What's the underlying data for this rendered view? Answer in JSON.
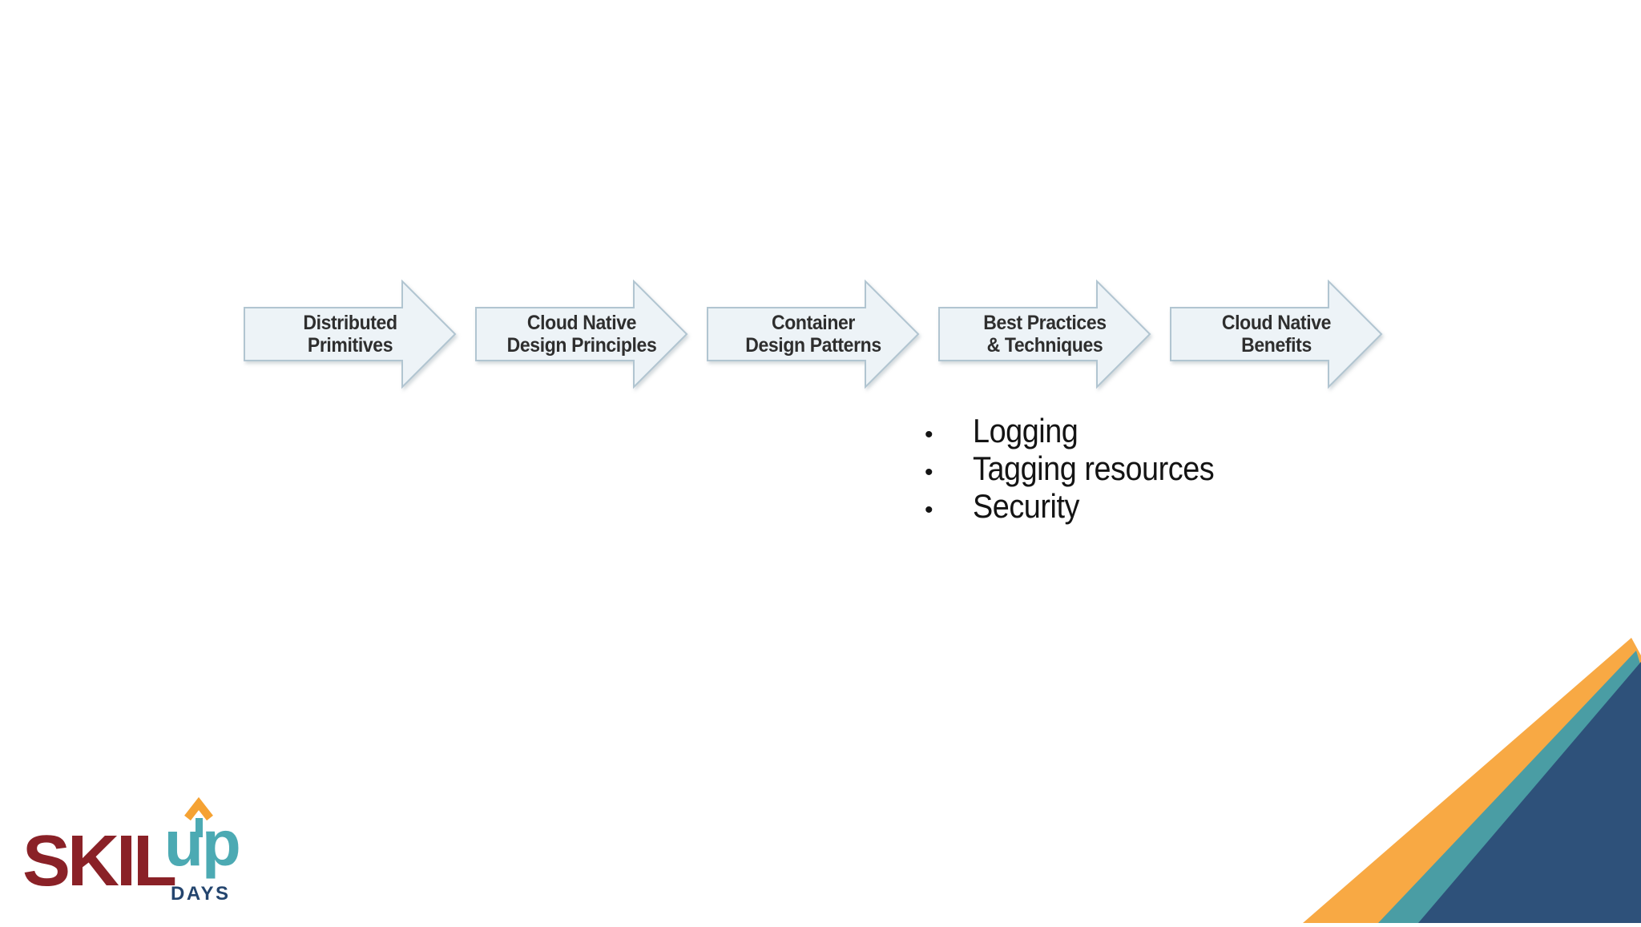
{
  "slide": {
    "background": "#ffffff"
  },
  "flow": {
    "shape_fill": "#edf3f7",
    "shape_stroke": "#b1c5d1",
    "text_color": "#2e2e2e",
    "steps": [
      {
        "line1": "Distributed",
        "line2": "Primitives"
      },
      {
        "line1": "Cloud Native",
        "line2": "Design Principles"
      },
      {
        "line1": "Container",
        "line2": "Design Patterns"
      },
      {
        "line1": "Best Practices",
        "line2": "& Techniques"
      },
      {
        "line1": "Cloud Native",
        "line2": "Benefits"
      }
    ]
  },
  "bullets": {
    "marker": "•",
    "text_color": "#141414",
    "items": [
      "Logging",
      "Tagging resources",
      "Security"
    ]
  },
  "logo": {
    "word_main": "SKIL",
    "word_accent": "up",
    "word_sub": "DAYS",
    "color_main": "#8a2127",
    "color_accent": "#4caab3",
    "color_arrow": "#f5a233",
    "color_sub": "#24456e",
    "arrow_icon": "up-arrow"
  },
  "corner": {
    "orange": "#f8a944",
    "teal": "#4a9da4",
    "navy": "#2e517a"
  }
}
